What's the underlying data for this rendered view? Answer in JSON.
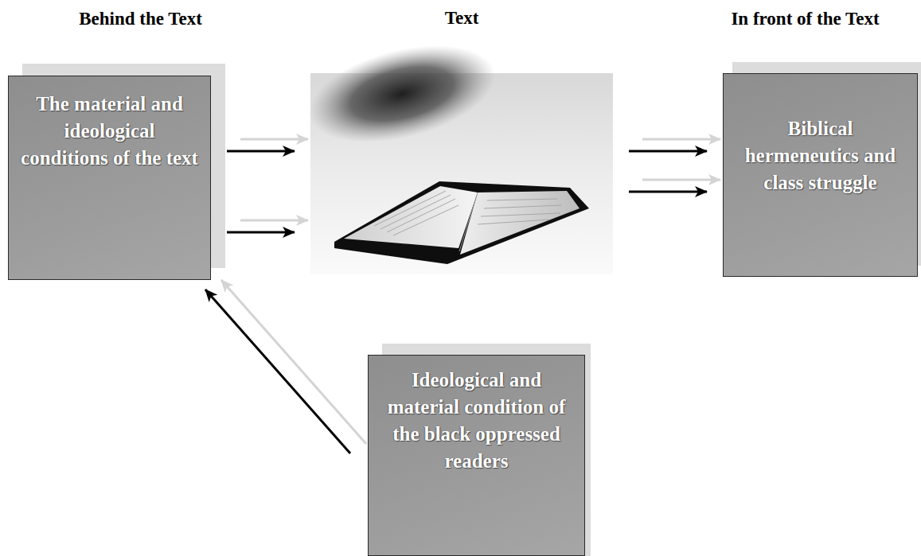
{
  "diagram": {
    "nodes": [
      {
        "text": [
          "Behind the Text",
          "The material and ideological conditions of the text"
        ]
      },
      {
        "text": [
          "Text"
        ]
      },
      {
        "text": [
          "In front of the Text",
          "Biblical hermeneutics and class struggle"
        ]
      },
      {
        "text": [
          "Ideological and material condition of the black oppressed readers"
        ]
      }
    ],
    "edges": [
      {
        "from": 0,
        "to": 1,
        "arrow": "to"
      },
      {
        "from": 0,
        "to": 1,
        "arrow": "to"
      },
      {
        "from": 1,
        "to": 2,
        "arrow": "to"
      },
      {
        "from": 1,
        "to": 2,
        "arrow": "to"
      },
      {
        "from": 3,
        "to": 0,
        "arrow": "to"
      }
    ]
  }
}
